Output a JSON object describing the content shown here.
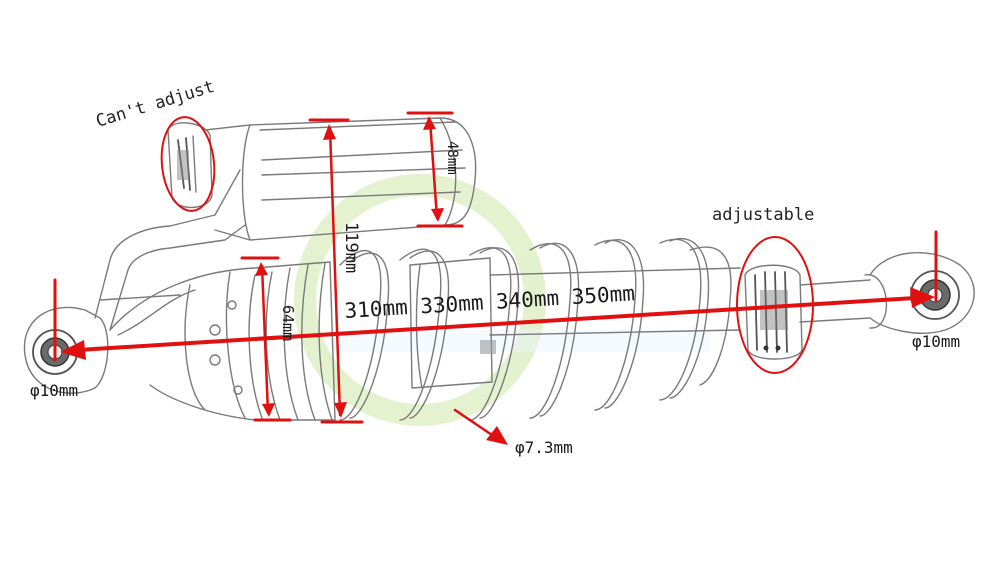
{
  "labels": {
    "cant_adjust": "Can't adjust",
    "adjustable": "adjustable",
    "eye_left_diameter": "φ10mm",
    "eye_right_diameter": "φ10mm",
    "spring_wire_diameter": "φ7.3mm",
    "body_diameter": "48mm",
    "reservoir_height": "119mm",
    "spring_inner": "64mm",
    "lengths": "310mm 330mm 340mm 350mm"
  },
  "colors": {
    "annotation": "#e01010",
    "sketch": "#7a7a7a",
    "watermark": "#cfe7a8"
  }
}
